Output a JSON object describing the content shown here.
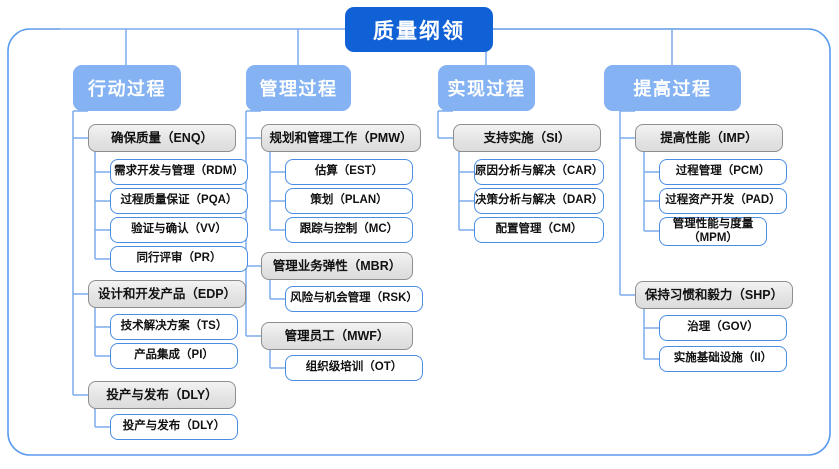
{
  "diagram": {
    "title": "质量纲领",
    "accent_root": "#1161d6",
    "accent_header": "#84b2f2",
    "connector_color": "#7bacea",
    "group_fill": "#e4e4e4",
    "group_border": "#8e8e8e",
    "leaf_border": "#4a8ee4",
    "frame_border": "#5b9bf0"
  },
  "columns": [
    {
      "header": "行动过程",
      "groups": [
        {
          "label": "确保质量（ENQ）",
          "children": [
            "需求开发与管理（RDM）",
            "过程质量保证（PQA）",
            "验证与确认（VV）",
            "同行评审（PR）"
          ]
        },
        {
          "label": "设计和开发产品（EDP）",
          "children": [
            "技术解决方案（TS）",
            "产品集成（PI）"
          ]
        },
        {
          "label": "投产与发布（DLY）",
          "children": [
            "投产与发布（DLY）"
          ]
        }
      ]
    },
    {
      "header": "管理过程",
      "groups": [
        {
          "label": "规划和管理工作（PMW）",
          "children": [
            "估算（EST）",
            "策划（PLAN）",
            "跟踪与控制（MC）"
          ]
        },
        {
          "label": "管理业务弹性（MBR）",
          "children": [
            "风险与机会管理（RSK）"
          ]
        },
        {
          "label": "管理员工（MWF）",
          "children": [
            "组织级培训（OT）"
          ]
        }
      ]
    },
    {
      "header": "实现过程",
      "groups": [
        {
          "label": "支持实施（SI）",
          "children": [
            "原因分析与解决（CAR）",
            "决策分析与解决（DAR）",
            "配置管理（CM）"
          ]
        }
      ]
    },
    {
      "header": "提高过程",
      "groups": [
        {
          "label": "提高性能（IMP）",
          "children": [
            "过程管理（PCM）",
            "过程资产开发（PAD）",
            "管理性能与度量（MPM）"
          ]
        },
        {
          "label": "保持习惯和毅力（SHP）",
          "children": [
            "治理（GOV）",
            "实施基础设施（II）"
          ]
        }
      ]
    }
  ]
}
